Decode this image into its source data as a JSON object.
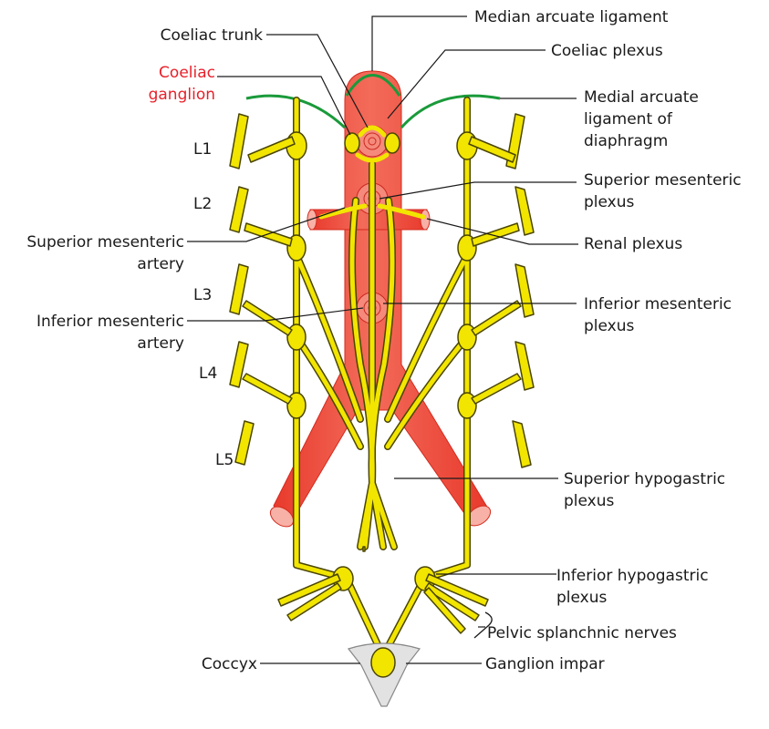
{
  "labels": {
    "median_arcuate_ligament": "Median arcuate ligament",
    "coeliac_trunk": "Coeliac trunk",
    "coeliac_plexus": "Coeliac plexus",
    "coeliac_ganglion": [
      "Coeliac",
      "ganglion"
    ],
    "medial_arcuate_ligament": [
      "Medial arcuate",
      "ligament of",
      "diaphragm"
    ],
    "superior_mesenteric_plexus": [
      "Superior mesenteric",
      "plexus"
    ],
    "superior_mesenteric_artery": [
      "Superior mesenteric",
      "artery"
    ],
    "renal_plexus": "Renal plexus",
    "inferior_mesenteric_artery": [
      "Inferior mesenteric",
      "artery"
    ],
    "inferior_mesenteric_plexus": [
      "Inferior mesenteric",
      "plexus"
    ],
    "superior_hypogastric_plexus": [
      "Superior hypogastric",
      "plexus"
    ],
    "inferior_hypogastric_plexus": [
      "Inferior hypogastric",
      "plexus"
    ],
    "pelvic_splanchnic_nerves": "Pelvic splanchnic nerves",
    "coccyx": "Coccyx",
    "ganglion_impar": "Ganglion impar"
  },
  "vertebral_levels": [
    "L1",
    "L2",
    "L3",
    "L4",
    "L5"
  ],
  "colors": {
    "artery": "#ee4433",
    "artery_light": "#f58a7c",
    "nerve": "#f2e500",
    "nerve_outline": "#4a4500",
    "ligament": "#1a9a3a",
    "coccyx": "#e2e2e2",
    "highlight_label": "#e8202a"
  }
}
